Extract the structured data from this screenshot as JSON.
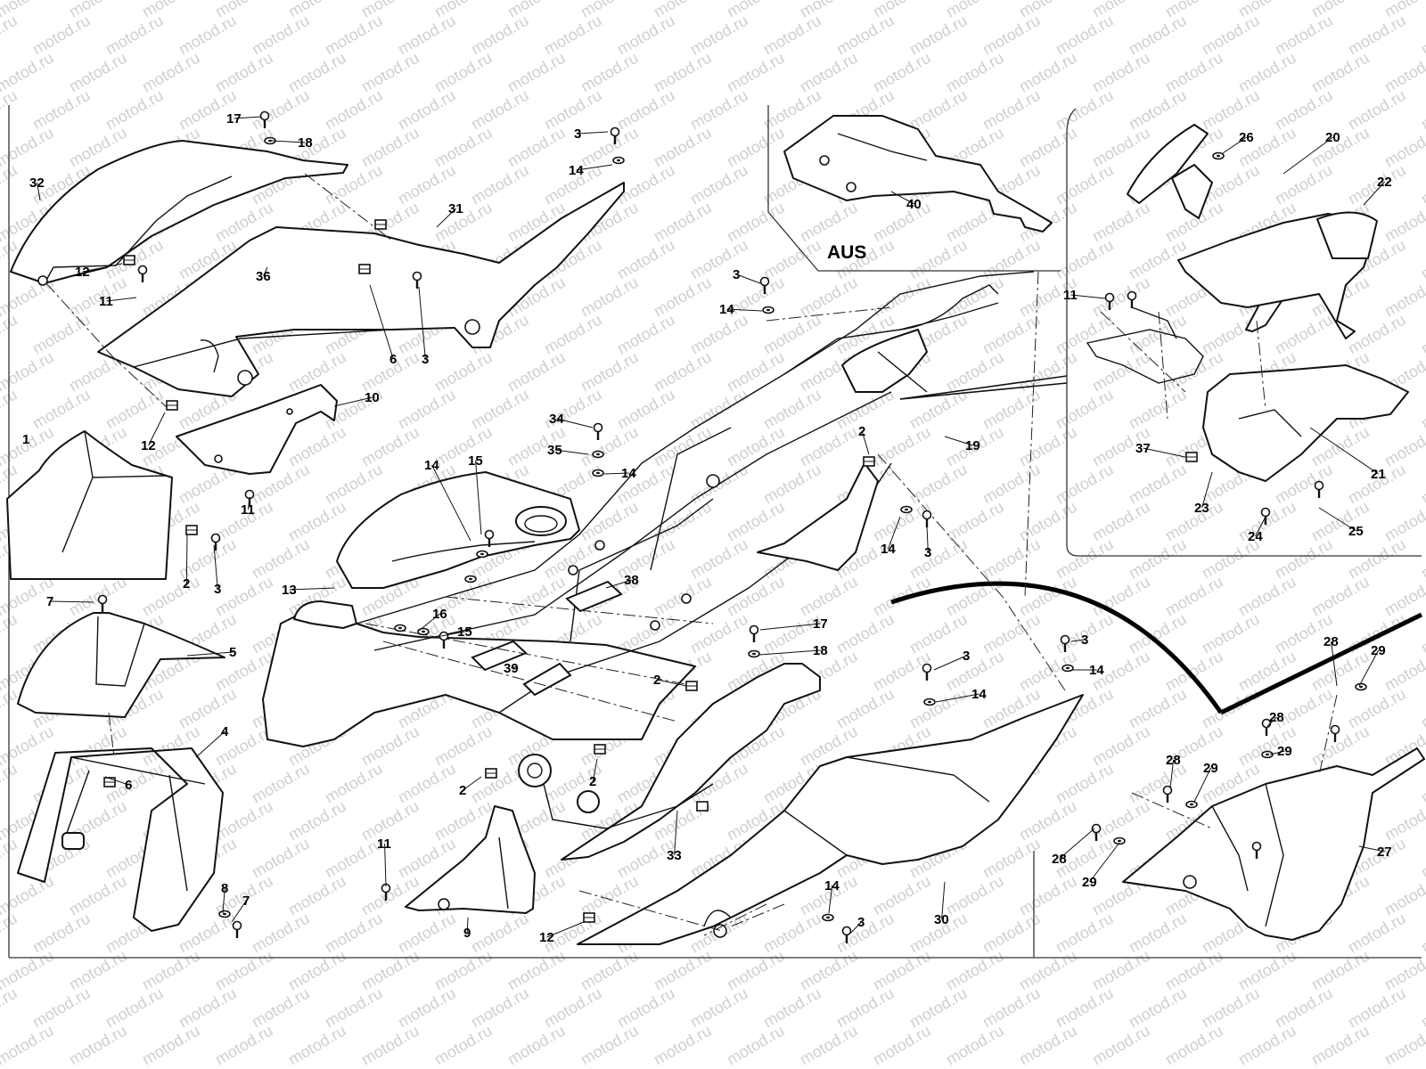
{
  "watermark": {
    "text": "motod.ru",
    "color": "#cfcfcf"
  },
  "inset_aus": {
    "title": "AUS"
  },
  "callouts": [
    {
      "id": "c1",
      "text": "1"
    },
    {
      "id": "c2a",
      "text": "2"
    },
    {
      "id": "c3a",
      "text": "3"
    },
    {
      "id": "c5",
      "text": "5"
    },
    {
      "id": "c7a",
      "text": "7"
    },
    {
      "id": "c4",
      "text": "4"
    },
    {
      "id": "c6a",
      "text": "6"
    },
    {
      "id": "c8",
      "text": "8"
    },
    {
      "id": "c7b",
      "text": "7"
    },
    {
      "id": "c17a",
      "text": "17"
    },
    {
      "id": "c18a",
      "text": "18"
    },
    {
      "id": "c32",
      "text": "32"
    },
    {
      "id": "c12a",
      "text": "12"
    },
    {
      "id": "c11a",
      "text": "11"
    },
    {
      "id": "c36",
      "text": "36"
    },
    {
      "id": "c31",
      "text": "31"
    },
    {
      "id": "c6b",
      "text": "6"
    },
    {
      "id": "c3b",
      "text": "3"
    },
    {
      "id": "c3c",
      "text": "3"
    },
    {
      "id": "c14a",
      "text": "14"
    },
    {
      "id": "c12b",
      "text": "12"
    },
    {
      "id": "c10",
      "text": "10"
    },
    {
      "id": "c11b",
      "text": "11"
    },
    {
      "id": "c13",
      "text": "13"
    },
    {
      "id": "c14b",
      "text": "14"
    },
    {
      "id": "c15a",
      "text": "15"
    },
    {
      "id": "c34",
      "text": "34"
    },
    {
      "id": "c35",
      "text": "35"
    },
    {
      "id": "c14c",
      "text": "14"
    },
    {
      "id": "c16",
      "text": "16"
    },
    {
      "id": "c15b",
      "text": "15"
    },
    {
      "id": "c38",
      "text": "38"
    },
    {
      "id": "c39",
      "text": "39"
    },
    {
      "id": "c2b",
      "text": "2"
    },
    {
      "id": "c2c",
      "text": "2"
    },
    {
      "id": "c2d",
      "text": "2"
    },
    {
      "id": "c11c",
      "text": "11"
    },
    {
      "id": "c9",
      "text": "9"
    },
    {
      "id": "c12c",
      "text": "12"
    },
    {
      "id": "c33",
      "text": "33"
    },
    {
      "id": "c17b",
      "text": "17"
    },
    {
      "id": "c18b",
      "text": "18"
    },
    {
      "id": "c3d",
      "text": "3"
    },
    {
      "id": "c14d",
      "text": "14"
    },
    {
      "id": "c30",
      "text": "30"
    },
    {
      "id": "c14e",
      "text": "14"
    },
    {
      "id": "c3e",
      "text": "3"
    },
    {
      "id": "c3f",
      "text": "3"
    },
    {
      "id": "c14f",
      "text": "14"
    },
    {
      "id": "c3g",
      "text": "3"
    },
    {
      "id": "c14g",
      "text": "14"
    },
    {
      "id": "c2e",
      "text": "2"
    },
    {
      "id": "c19",
      "text": "19"
    },
    {
      "id": "c14h",
      "text": "14"
    },
    {
      "id": "c3h",
      "text": "3"
    },
    {
      "id": "c40",
      "text": "40"
    },
    {
      "id": "c26",
      "text": "26"
    },
    {
      "id": "c20",
      "text": "20"
    },
    {
      "id": "c22",
      "text": "22"
    },
    {
      "id": "c11d",
      "text": "11"
    },
    {
      "id": "c37",
      "text": "37"
    },
    {
      "id": "c21",
      "text": "21"
    },
    {
      "id": "c23",
      "text": "23"
    },
    {
      "id": "c24",
      "text": "24"
    },
    {
      "id": "c25",
      "text": "25"
    },
    {
      "id": "c28a",
      "text": "28"
    },
    {
      "id": "c29a",
      "text": "29"
    },
    {
      "id": "c28b",
      "text": "28"
    },
    {
      "id": "c29b",
      "text": "29"
    },
    {
      "id": "c28c",
      "text": "28"
    },
    {
      "id": "c29c",
      "text": "29"
    },
    {
      "id": "c28d",
      "text": "28"
    },
    {
      "id": "c29d",
      "text": "29"
    },
    {
      "id": "c27",
      "text": "27"
    }
  ]
}
